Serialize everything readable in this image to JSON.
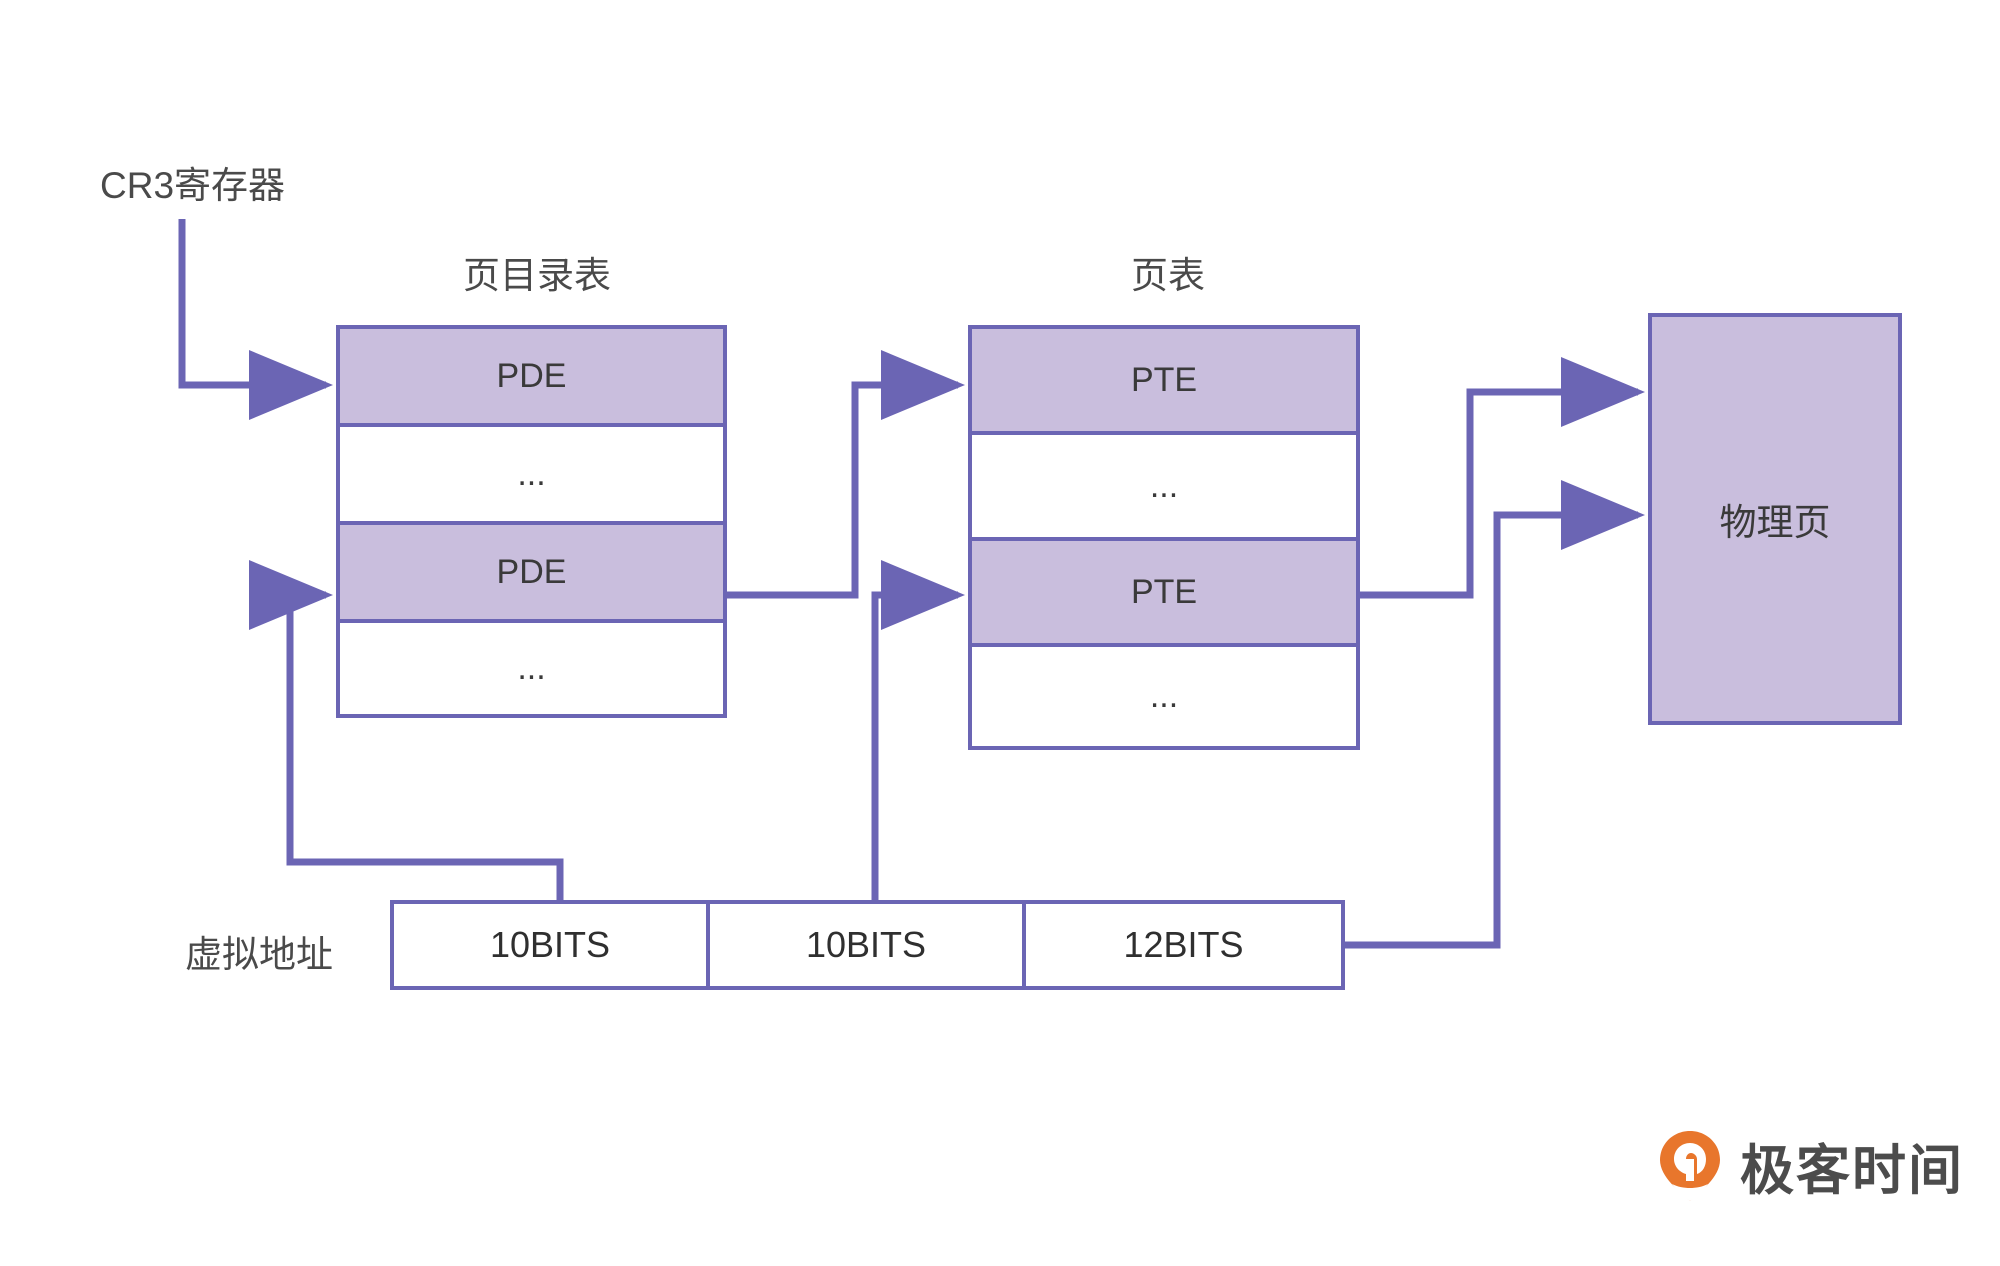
{
  "diagram": {
    "title_cr3": "CR3寄存器",
    "title_page_directory": "页目录表",
    "title_page_table": "页表",
    "label_virtual_address": "虚拟地址",
    "physical_page": "物理页",
    "page_directory_rows": [
      {
        "label": "PDE",
        "highlighted": true
      },
      {
        "label": "...",
        "highlighted": false
      },
      {
        "label": "PDE",
        "highlighted": true
      },
      {
        "label": "...",
        "highlighted": false
      }
    ],
    "page_table_rows": [
      {
        "label": "PTE",
        "highlighted": true
      },
      {
        "label": "...",
        "highlighted": false
      },
      {
        "label": "PTE",
        "highlighted": true
      },
      {
        "label": "...",
        "highlighted": false
      }
    ],
    "virtual_address_segments": [
      {
        "label": "10BITS"
      },
      {
        "label": "10BITS"
      },
      {
        "label": "12BITS"
      }
    ],
    "colors": {
      "accent_border": "#6b65b4",
      "fill_purple": "#c9bedd",
      "text": "#4a4a4a",
      "logo_orange": "#e8762c",
      "background": "#ffffff"
    }
  },
  "branding": {
    "logo_text": "极客时间",
    "logo_icon": "location-pin-icon"
  }
}
